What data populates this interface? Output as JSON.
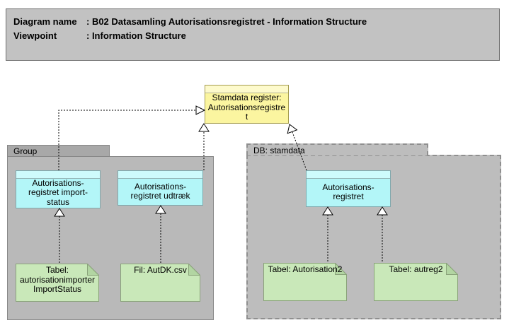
{
  "title_box": {
    "rows": [
      {
        "label": "Diagram name",
        "value": ": B02 Datasamling Autorisationsregistret - Information Structure"
      },
      {
        "label": "Viewpoint",
        "value": ": Information Structure"
      }
    ]
  },
  "containers": {
    "group": {
      "label": "Group"
    },
    "db": {
      "label": "DB: stamdata"
    }
  },
  "objects": {
    "stamdata_register": {
      "label": "Stamdata register:\nAutorisationsregistre\nt"
    },
    "import_status": {
      "label": "Autorisations-\nregistret import-\nstatus"
    },
    "udtraek": {
      "label": "Autorisations-\nregistret udtræk"
    },
    "registret": {
      "label": "Autorisations-\nregistret"
    }
  },
  "notes": {
    "import_status_table": {
      "label": "Tabel:\nautorisationimporter\nImportStatus"
    },
    "autdk_file": {
      "label": "Fil: AutDK.csv"
    },
    "autorisation2_table": {
      "label": "Tabel: Autorisation2"
    },
    "autreg2_table": {
      "label": "Tabel: autreg2"
    }
  },
  "colors": {
    "page_bg": "#ffffff",
    "title_fill": "#c2c2c2",
    "title_border": "#6f6f6f",
    "group_tab_fill": "#a8a8a8",
    "group_body_fill": "#b9b9b9",
    "group_border": "#878787",
    "db_fill": "#bdbdbd",
    "db_border": "#8f8f8f",
    "object_yellow_fill": "#fbf5a0",
    "object_yellow_header_fill": "#fdfacc",
    "object_yellow_border": "#a39b4e",
    "object_cyan_fill": "#b3f6f8",
    "object_cyan_header_fill": "#cefbfc",
    "object_cyan_border": "#7fa8ac",
    "note_fill": "#c9e8b9",
    "note_fold_fill": "#b2d5a2",
    "note_border": "#8aa37a",
    "connector_color": "#000000"
  }
}
